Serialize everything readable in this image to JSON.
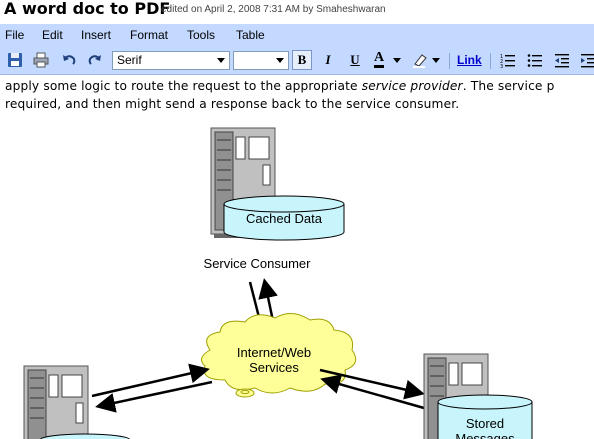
{
  "title": "A word doc to PDF",
  "edited_info": "edited on April 2, 2008 7:31 AM by Smaheshwaran",
  "menu": [
    "File",
    "Edit",
    "Insert",
    "Format",
    "Tools",
    "Table"
  ],
  "toolbar": {
    "font_value": "Serif",
    "size_value": "",
    "bold_label": "B",
    "italic_label": "I",
    "underline_label": "U",
    "text_color_label": "A",
    "link_label": "Link",
    "icons": [
      "save-icon",
      "print-icon",
      "undo-icon",
      "redo-icon",
      "font-color-icon",
      "highlight-icon",
      "numbered-list-icon",
      "bulleted-list-icon",
      "outdent-icon",
      "indent-icon"
    ]
  },
  "document": {
    "line1_pre": "apply some logic to route the request to the appropriate ",
    "line1_em": "service provider",
    "line1_post": ". The service p",
    "line2": "required, and then might send a response back to the service consumer."
  },
  "diagram": {
    "cached_data": "Cached Data",
    "service_consumer": "Service Consumer",
    "internet_line1": "Internet/Web",
    "internet_line2": "Services",
    "stored_line1": "Stored",
    "stored_line2": "Messages"
  },
  "colors": {
    "menubar": "#c3d9ff",
    "cylinder": "#c8f4fb",
    "cloud": "#ffff99",
    "link": "#0000cc"
  }
}
